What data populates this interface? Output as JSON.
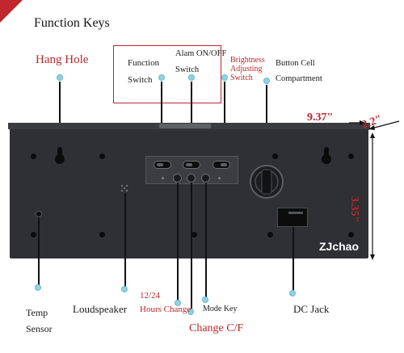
{
  "header": {
    "title": "Function Keys"
  },
  "labels": {
    "hang_hole": "Hang Hole",
    "function_switch_line1": "Function",
    "function_switch_line2": "Switch",
    "alarm_line1": "Alam ON/OFF",
    "alarm_line2": "Switch",
    "brightness_line1": "Brightness",
    "brightness_line2": "Adjusting",
    "brightness_line3": "Switch",
    "button_cell_line1": "Button Cell",
    "button_cell_line2": "Compartment",
    "temp_line1": "Temp",
    "temp_line2": "Sensor",
    "loudspeaker": "Loudspeaker",
    "hours_line1": "12/24",
    "hours_line2": "Hours Change",
    "mode_key": "Mode Key",
    "change_cf": "Change C/F",
    "dc_jack": "DC Jack"
  },
  "dimensions": {
    "width": "9.37\"",
    "depth": "2.2\"",
    "height": "3.35\""
  },
  "brand": "ZJchao",
  "colors": {
    "accent_red": "#b8282c",
    "callout_dot": "#8fd3e3",
    "device_body": "#2e3033"
  }
}
